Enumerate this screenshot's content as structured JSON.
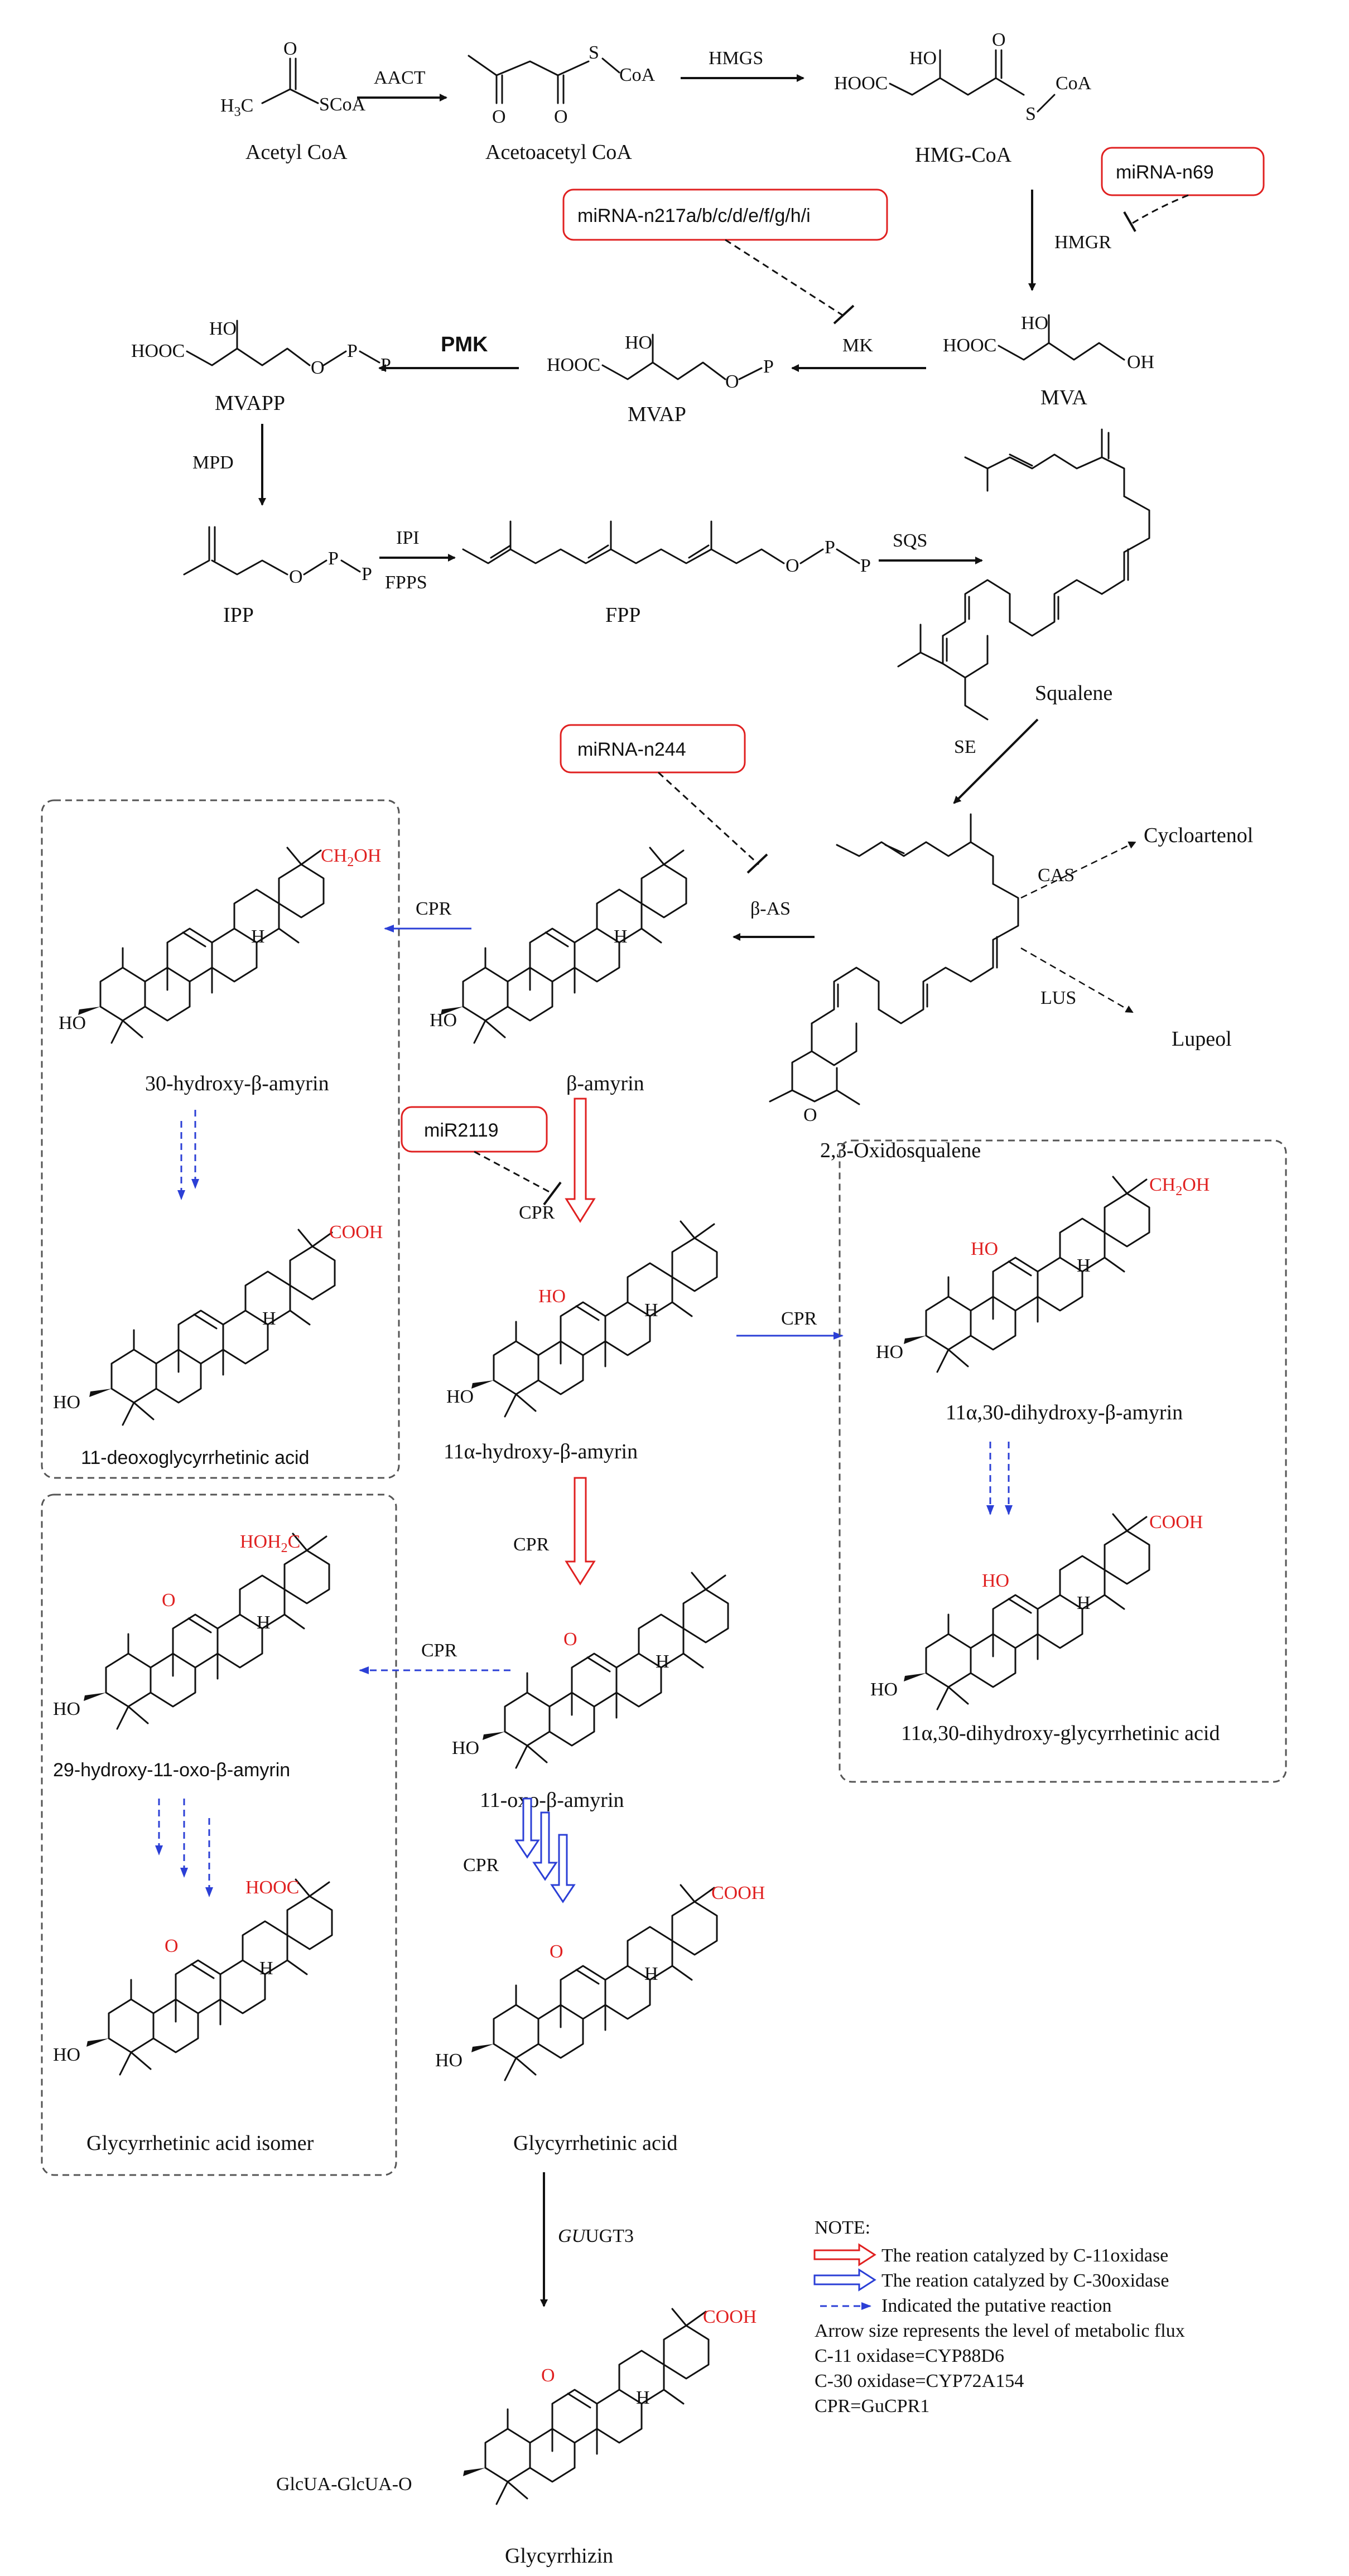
{
  "compounds": {
    "acetyl_coa": "Acetyl CoA",
    "acetoacetyl_coa": "Acetoacetyl CoA",
    "hmg_coa": "HMG-CoA",
    "mva": "MVA",
    "mvap": "MVAP",
    "mvapp": "MVAPP",
    "ipp": "IPP",
    "fpp": "FPP",
    "squalene": "Squalene",
    "oxidosqualene": "2,3-Oxidosqualene",
    "cycloartenol": "Cycloartenol",
    "lupeol": "Lupeol",
    "beta_amyrin": "β-amyrin",
    "hydroxy30_beta_amyrin": "30-hydroxy-β-amyrin",
    "deoxyglycyrrhetinic": "11-deoxoglycyrrhetinic acid",
    "hydroxy11a_beta_amyrin": "11α-hydroxy-β-amyrin",
    "dihydroxy_beta_amyrin": "11α,30-dihydroxy-β-amyrin",
    "dihydroxy_glycyrrhetinic": "11α,30-dihydroxy-glycyrrhetinic acid",
    "oxo11_beta_amyrin": "11-oxo-β-amyrin",
    "hydroxy29_oxo11": "29-hydroxy-11-oxo-β-amyrin",
    "glycyrrhetinic_isomer": "Glycyrrhetinic acid isomer",
    "glycyrrhetinic_acid": "Glycyrrhetinic acid",
    "glycyrrhizin": "Glycyrrhizin"
  },
  "enzymes": {
    "aact": "AACT",
    "hmgs": "HMGS",
    "hmgr": "HMGR",
    "mk": "MK",
    "pmk": "PMK",
    "mpd": "MPD",
    "ipi": "IPI",
    "fpps": "FPPS",
    "sqs": "SQS",
    "se": "SE",
    "cas": "CAS",
    "lus": "LUS",
    "beta_as": "β-AS",
    "cpr": "CPR",
    "guugt3_italic": "GU",
    "guugt3_rest": "UGT3"
  },
  "mirnas": {
    "n69": "miRNA-n69",
    "n217": "miRNA-n217a/b/c/d/e/f/g/h/i",
    "n244": "miRNA-n244",
    "mir2119": "miR2119"
  },
  "atoms": {
    "h3c": "H3C",
    "h3c_main": "H",
    "h3c_sub": "3",
    "h3c_end": "C",
    "o": "O",
    "s": "S",
    "scoa": "SCoA",
    "coa": "CoA",
    "hooc": "HOOC",
    "ho": "HO",
    "oh": "OH",
    "p": "P",
    "h": "H",
    "ch2oh": "CH2OH",
    "ch2oh_main": "CH",
    "ch2oh_sub": "2",
    "ch2oh_end": "OH",
    "cooh": "COOH",
    "hoh2c_main": "HOH",
    "hoh2c_sub": "2",
    "hoh2c_end": "C",
    "glcua": "GlcUA-GlcUA-O"
  },
  "note": {
    "title": "NOTE:",
    "red": "The reation catalyzed by C-11oxidase",
    "blue": "The reation catalyzed by C-30oxidase",
    "dash": "Indicated the putative reaction",
    "size": "Arrow size represents the level of metabolic flux",
    "c11": "C-11 oxidase=CYP88D6",
    "c30": "C-30 oxidase=CYP72A154",
    "cpr": "CPR=GuCPR1"
  },
  "colors": {
    "highlight": "#e02020",
    "c30_arrow": "#2b3fd6",
    "c11_arrow": "#e02020"
  }
}
